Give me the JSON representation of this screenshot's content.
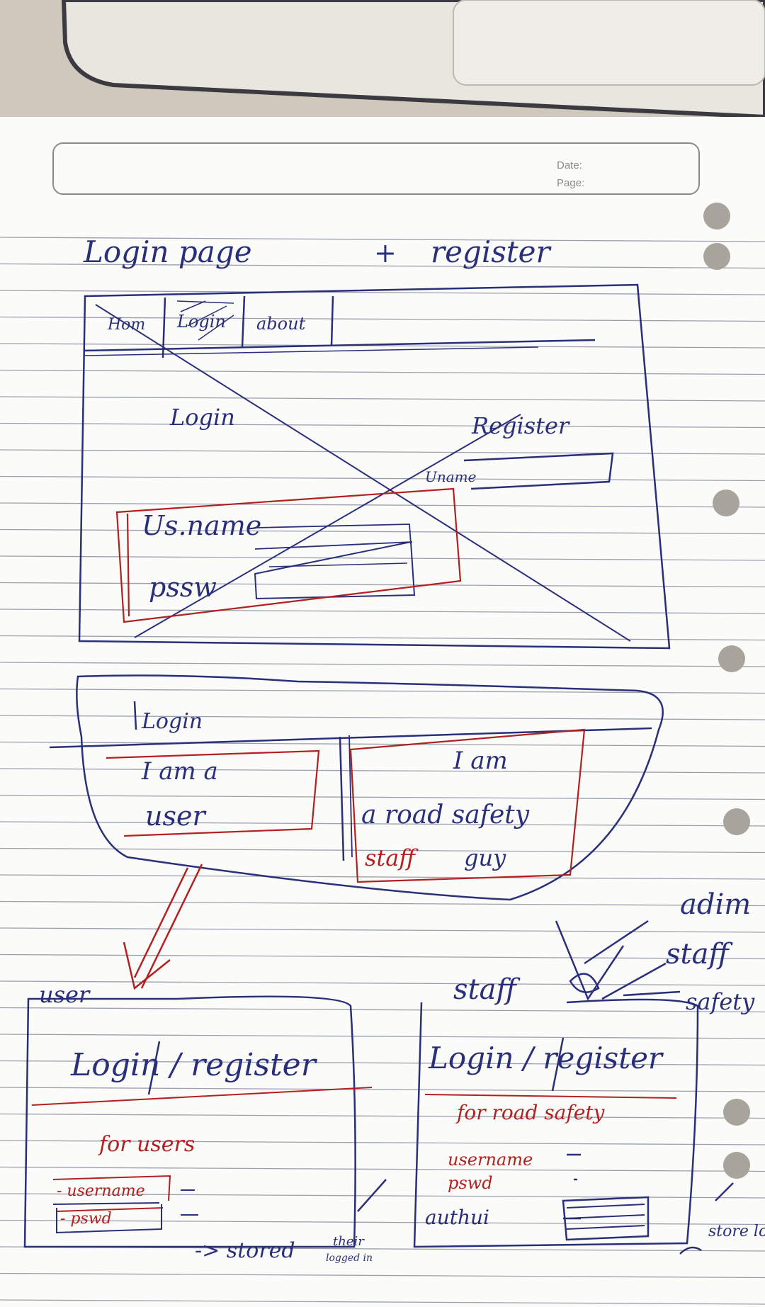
{
  "header_box": {
    "date_label": "Date:",
    "page_label": "Page:"
  },
  "title": {
    "left": "Login page",
    "plus": "+",
    "right": "register"
  },
  "sketch1": {
    "tabs": [
      "Hom",
      "Login",
      "about"
    ],
    "login_heading": "Login",
    "register_heading": "Register",
    "name_label": "Uname",
    "username_label": "Us.name",
    "password_label": "pssw"
  },
  "sketch2": {
    "title": "Login",
    "user_option": [
      "I am a",
      "user"
    ],
    "staff_option": [
      "I am",
      "a road safety",
      "staff",
      "guy"
    ]
  },
  "user_sketch": {
    "heading": "user",
    "title": "Login / register",
    "subtitle": "for users",
    "fields": [
      "- username",
      "- pswd"
    ],
    "note": "-> stored",
    "note2": [
      "their",
      "logged in"
    ]
  },
  "staff_sketch": {
    "heading": "staff",
    "choices": [
      "adim",
      "staff",
      "safety"
    ],
    "title": "Login / register",
    "subtitle": "for road safety",
    "fields": [
      "username",
      "pswd",
      "authui"
    ],
    "note": "store login"
  },
  "colors": {
    "ink_blue": "#2a2f7a",
    "ink_red": "#b32020",
    "paper": "#fbfbf9",
    "rule": "#9aa0b0"
  }
}
